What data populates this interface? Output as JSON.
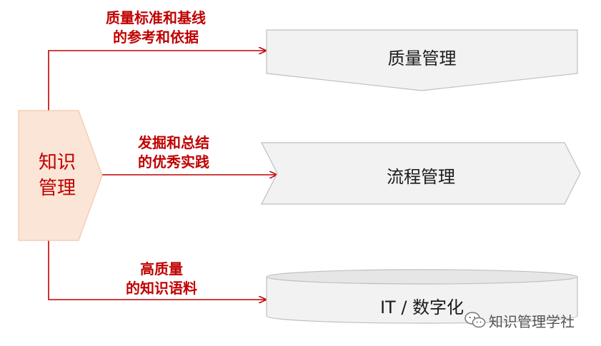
{
  "center": {
    "line1": "知识",
    "line2": "管理"
  },
  "branches": [
    {
      "label_line1": "质量标准和基线",
      "label_line2": "的参考和依据",
      "target": "质量管理"
    },
    {
      "label_line1": "发掘和总结",
      "label_line2": "的优秀实践",
      "target": "流程管理"
    },
    {
      "label_line1": "高质量",
      "label_line2": "的知识语料",
      "target": "IT / 数字化"
    }
  ],
  "watermark": {
    "text": "知识管理学社",
    "icon": "wechat-icon"
  },
  "colors": {
    "accent": "#c00000",
    "center_fill": "#fbe5d6",
    "center_stroke": "#f4c7a9",
    "shape_fill": "#f2f2f2",
    "shape_stroke": "#bfbfbf"
  }
}
